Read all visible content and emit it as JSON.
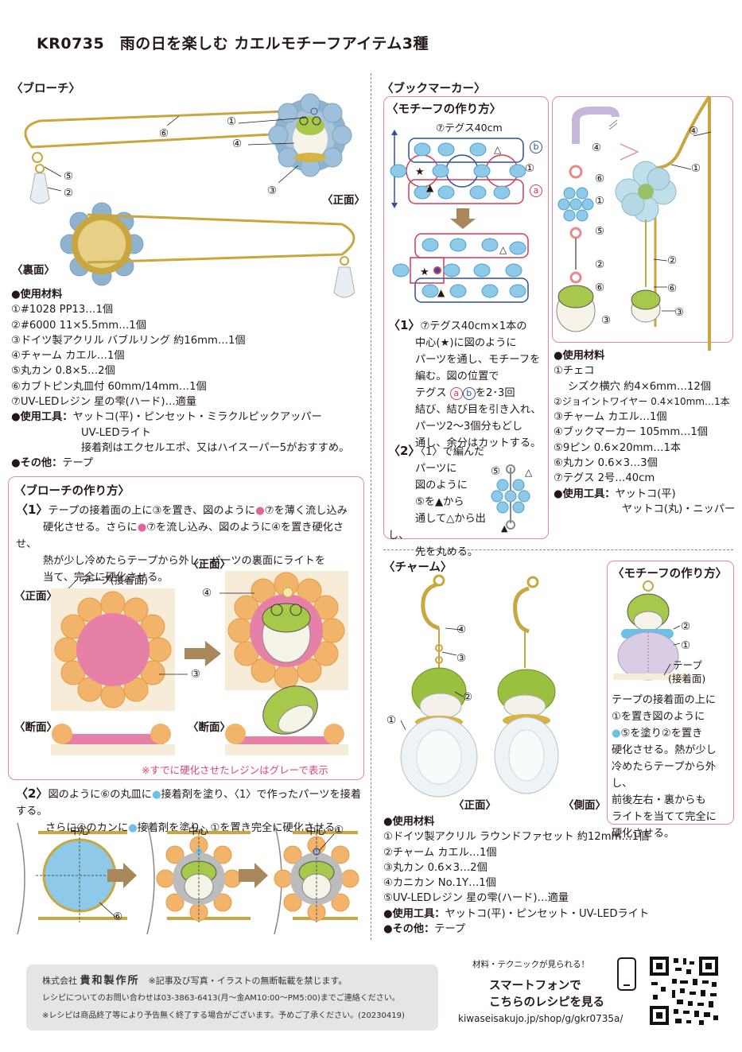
{
  "title": "KR0735　雨の日を楽しむ カエルモチーフアイテム3種",
  "brooch": {
    "heading": "〈ブローチ〉",
    "front_label": "〈正面〉",
    "back_label": "〈裏面〉",
    "num_labels": [
      "①",
      "②",
      "③",
      "④",
      "⑤",
      "⑥"
    ],
    "materials_heading": "●使用材料",
    "materials": [
      "①#1028 PP13…1個",
      "②#6000 11×5.5mm…1個",
      "③ドイツ製アクリル バブルリング 約16mm…1個",
      "④チャーム カエル…1個",
      "⑤丸カン 0.8×5…2個",
      "⑥カブトピン丸皿付 60mm/14mm…1個",
      "⑦UV-LEDレジン 星の雫(ハード)…適量"
    ],
    "tools_heading": "●使用工具：",
    "tools": "ヤットコ(平)・ピンセット・ミラクルピックアッパー",
    "tools_2": "UV-LEDライト",
    "tools_note": "接着剤はエクセルエポ、又はハイスーパー5がおすすめ。",
    "other_heading": "●その他：",
    "other": "テープ"
  },
  "brooch_howto": {
    "heading": "〈ブローチの作り方〉",
    "step1_num": "〈1〉",
    "step1_lines": [
      "テープの接着面の上に③を置き、図のように",
      "⑦を薄く流し込み",
      "硬化させる。さらに",
      "⑦を流し込み、図のように④を置き硬化させ、",
      "熱が少し冷めたらテープから外し、パーツの裏面にライトを",
      "当て、完全に硬化させる。"
    ],
    "front_label": "〈正面〉",
    "front_label2": "〈正面〉",
    "tape_label": "テープ(接着面)",
    "section_label": "〈断面〉",
    "section_label2": "〈断面〉",
    "num4": "④",
    "num3": "③",
    "gray_note": "※すでに硬化させたレジンはグレーで表示",
    "step2_num": "〈2〉",
    "step2_line1a": "図のように⑥の丸皿に",
    "step2_line1b": "接着剤を塗り、〈1〉で作ったパーツを接着する。",
    "step2_line2a": "さらに④のカンに",
    "step2_line2b": "接着剤を塗り、①を置き完全に硬化させる。",
    "center": "中心",
    "num6": "⑥",
    "num1": "①"
  },
  "bookmarker": {
    "heading": "〈ブックマーカー〉",
    "motif_heading": "〈モチーフの作り方〉",
    "tegusu": "⑦テグス40cm",
    "step1_num": "〈1〉",
    "step1_lines": [
      "⑦テグス40cm×1本の",
      "中心(★)に図のように",
      "パーツを通し、モチーフを",
      "編む。図の位置で",
      "テグス",
      "を2･3回",
      "結び、結び目を引き入れ、",
      "パーツ2～3個分もどし",
      "通し、余分はカットする。"
    ],
    "a": "a",
    "b": "b",
    "step2_num": "〈2〉",
    "step2_lines": [
      "〈1〉で編んだ",
      "パーツに",
      "図のように",
      "⑤を▲から",
      "通して△から出し、",
      "先を丸める。"
    ],
    "num_labels": [
      "①",
      "②",
      "③",
      "④",
      "⑤",
      "⑥"
    ],
    "materials_heading": "●使用材料",
    "materials": [
      "①チェコ",
      "シズク横穴 約4×6mm…12個",
      "②ジョイントワイヤー 0.4×10mm…1本",
      "③チャーム カエル…1個",
      "④ブックマーカー 105mm…1個",
      "⑤9ピン 0.6×20mm…1本",
      "⑥丸カン 0.6×3…3個",
      "⑦テグス 2号…40cm"
    ],
    "tools_heading": "●使用工具：",
    "tools": "ヤットコ(平)",
    "tools_2": "ヤットコ(丸)・ニッパー"
  },
  "charm": {
    "heading": "〈チャーム〉",
    "front_label": "〈正面〉",
    "side_label": "〈側面〉",
    "num_labels": [
      "①",
      "②",
      "③",
      "④"
    ],
    "motif_heading": "〈モチーフの作り方〉",
    "tape_label": "テープ",
    "tape_label2": "(接着面)",
    "motif_lines": [
      "テープの接着面の上に",
      "①を置き図のように",
      "⑤を塗り②を置き",
      "硬化させる。熱が少し",
      "冷めたらテープから外し、",
      "前後左右・裏からも",
      "ライトを当てて完全に",
      "硬化させる。"
    ],
    "materials_heading": "●使用材料",
    "materials": [
      "①ドイツ製アクリル ラウンドファセット 約12mm…1個",
      "②チャーム カエル…1個",
      "③丸カン 0.6×3…2個",
      "④カニカン No.1Y…1個",
      "⑤UV-LEDレジン 星の雫(ハード)…適量"
    ],
    "tools_heading": "●使用工具：",
    "tools": "ヤットコ(平)・ピンセット・UV-LEDライト",
    "other_heading": "●その他：",
    "other": "テープ"
  },
  "footer": {
    "company_prefix": "株式会社",
    "company": "貴和製作所",
    "copyright": "※記事及び写真・イラストの無断転載を禁じます。",
    "contact": "レシピについてのお問い合わせは03-3863-6413(月～金AM10:00～PM5:00)までご連絡ください。",
    "notice": "※レシピは商品終了等により予告無く終了する場合がございます。予めご了承ください。(20230419)"
  },
  "smartphone": {
    "line_small": "材料・テクニックが見られる！",
    "line1": "スマートフォンで",
    "line2": "こちらのレシピを見る",
    "url": "kiwaseisakujo.jp/shop/g/gkr0735a/"
  },
  "colors": {
    "pink_border": "#e5899c",
    "bead_blue": "#8ec9e8",
    "gold": "#c9a640",
    "frog_green": "#a7c84a",
    "resin_orange": "#f2b46b",
    "resin_pink": "#e3649a",
    "arrow_brown": "#a8875a"
  }
}
